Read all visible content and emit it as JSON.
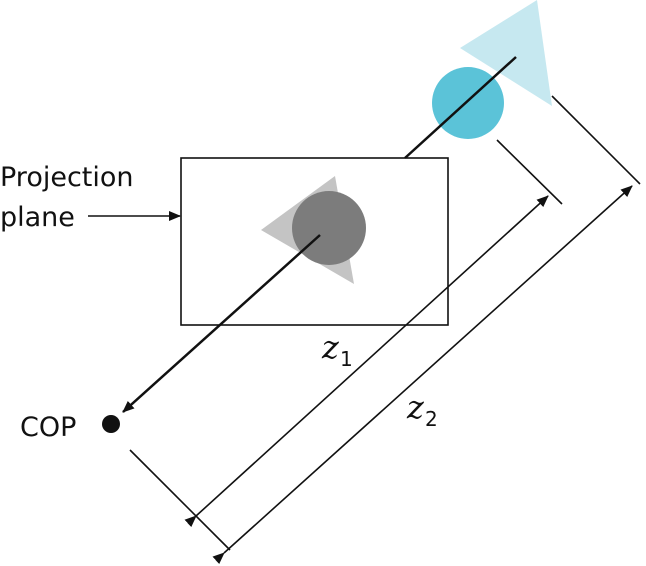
{
  "labels": {
    "projection_line1": "Projection",
    "projection_line2": "plane",
    "cop": "COP",
    "z1_var": "z",
    "z1_sub": "1",
    "z2_var": "z",
    "z2_sub": "2"
  },
  "colors": {
    "object_circle": "#5bc3d8",
    "object_triangle": "#c6e8f0",
    "image_circle": "#7c7c7c",
    "image_triangle": "#c4c4c4",
    "line": "#111111"
  }
}
